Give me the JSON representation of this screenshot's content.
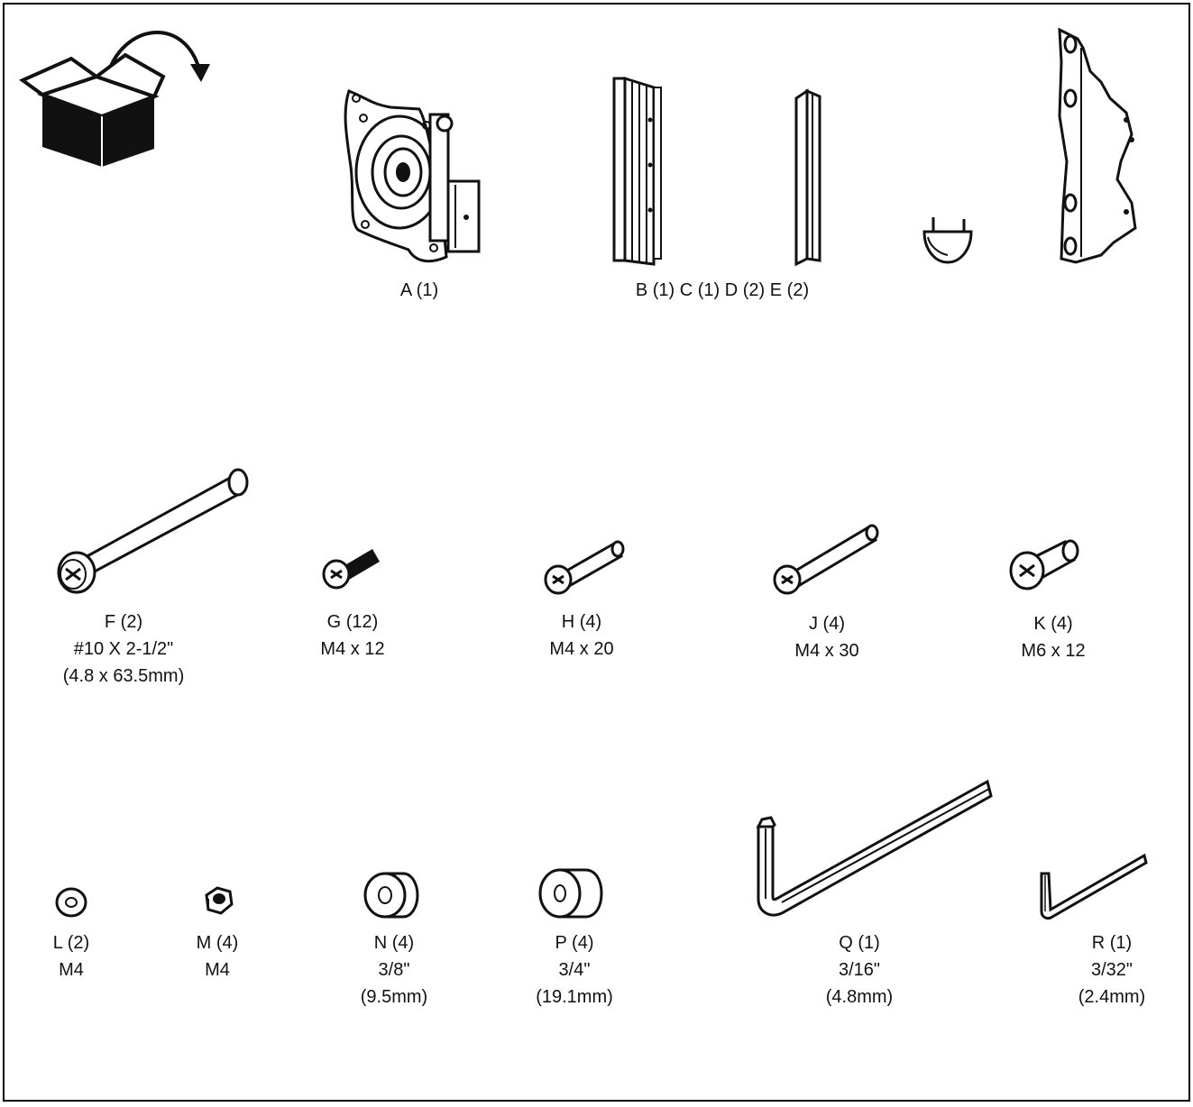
{
  "parts": {
    "A": {
      "label": "A (1)"
    },
    "BCDE": {
      "label": "B (1) C (1) D (2) E (2)"
    },
    "F": {
      "label": "F (2)",
      "spec": "#10 X 2-1/2\"",
      "metric": "(4.8 x 63.5mm)"
    },
    "G": {
      "label": "G (12)",
      "spec": "M4 x 12"
    },
    "H": {
      "label": "H (4)",
      "spec": "M4 x 20"
    },
    "J": {
      "label": "J (4)",
      "spec": "M4 x 30"
    },
    "K": {
      "label": "K (4)",
      "spec": "M6 x 12"
    },
    "L": {
      "label": "L (2)",
      "spec": "M4"
    },
    "M": {
      "label": "M (4)",
      "spec": "M4"
    },
    "N": {
      "label": "N (4)",
      "spec": "3/8\"",
      "metric": "(9.5mm)"
    },
    "P": {
      "label": "P (4)",
      "spec": "3/4\"",
      "metric": "(19.1mm)"
    },
    "Q": {
      "label": "Q (1)",
      "spec": "3/16\"",
      "metric": "(4.8mm)"
    },
    "R": {
      "label": "R (1)",
      "spec": "3/32\"",
      "metric": "(2.4mm)"
    }
  },
  "icons": {
    "box": "box-icon",
    "arrow": "curved-arrow-icon"
  }
}
